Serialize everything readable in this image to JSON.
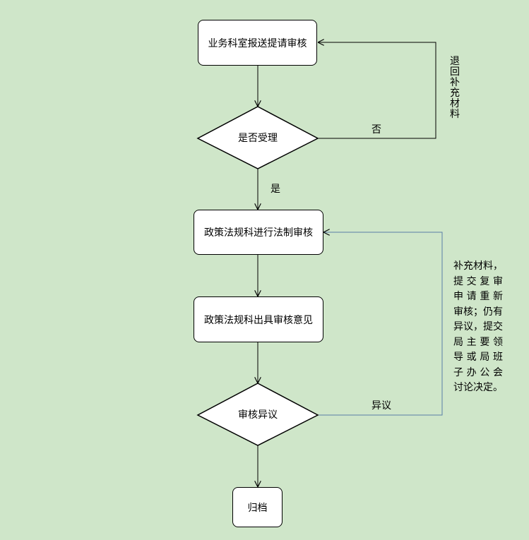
{
  "nodes": {
    "step1": "业务科室报送提请审核",
    "decision1": "是否受理",
    "step2": "政策法规科进行法制审核",
    "step3": "政策法规科出具审核意见",
    "decision2": "审核异议",
    "step4": "归档"
  },
  "edges": {
    "yes_label": "是",
    "no_label": "否",
    "return_label": "退回补充材料",
    "objection_label": "异议",
    "objection_note_lines": [
      "补充材料，",
      "提交复审",
      "申请重新",
      "审核；仍有",
      "异议，提交",
      "局主要领",
      "导或局班",
      "子办公会",
      "讨论决定。"
    ]
  },
  "colors": {
    "background": "#cfe6c9",
    "node_fill": "#ffffff",
    "stroke": "#000000",
    "feedback_line": "#5a7fa8"
  }
}
